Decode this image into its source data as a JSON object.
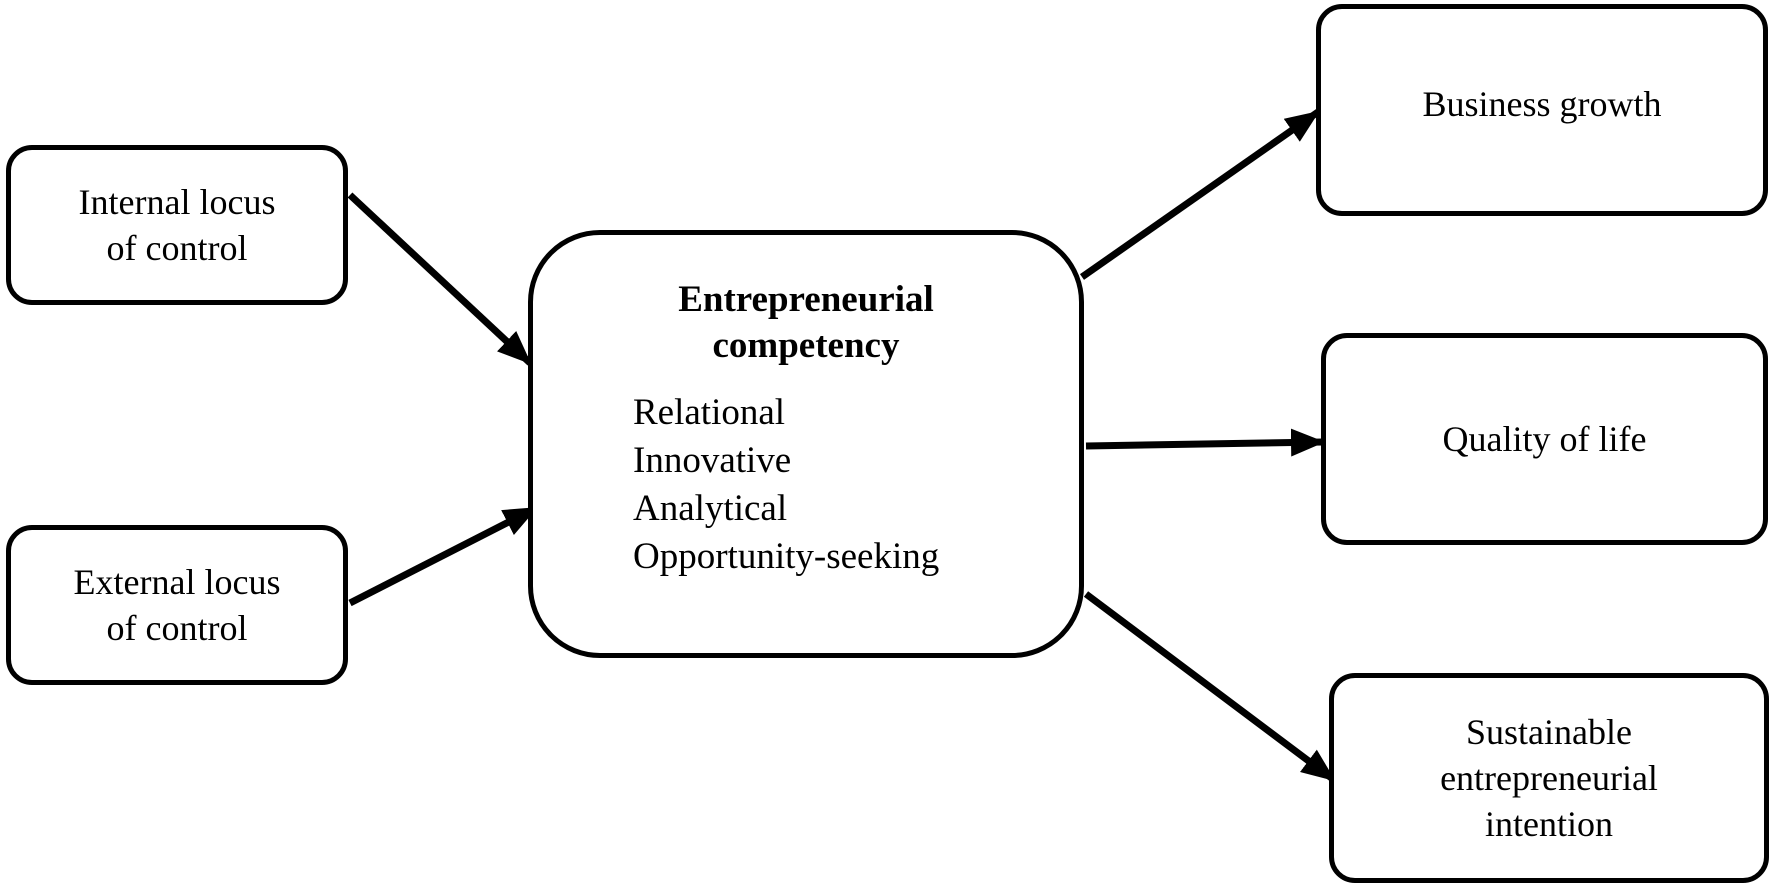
{
  "nodes": {
    "internal": {
      "lines": [
        "Internal locus",
        "of control"
      ]
    },
    "external": {
      "lines": [
        "External locus",
        "of control"
      ]
    },
    "center": {
      "title_lines": [
        "Entrepreneurial",
        "competency"
      ],
      "items": [
        "Relational",
        "Innovative",
        "Analytical",
        "Opportunity-seeking"
      ]
    },
    "growth": {
      "lines": [
        "Business growth"
      ]
    },
    "quality": {
      "lines": [
        "Quality of life"
      ]
    },
    "sustain": {
      "lines": [
        "Sustainable",
        "entrepreneurial",
        "intention"
      ]
    }
  },
  "edges": [
    {
      "from": "internal",
      "to": "center"
    },
    {
      "from": "external",
      "to": "center"
    },
    {
      "from": "center",
      "to": "growth"
    },
    {
      "from": "center",
      "to": "quality"
    },
    {
      "from": "center",
      "to": "sustain"
    }
  ],
  "colors": {
    "stroke": "#000000",
    "background": "#ffffff"
  }
}
